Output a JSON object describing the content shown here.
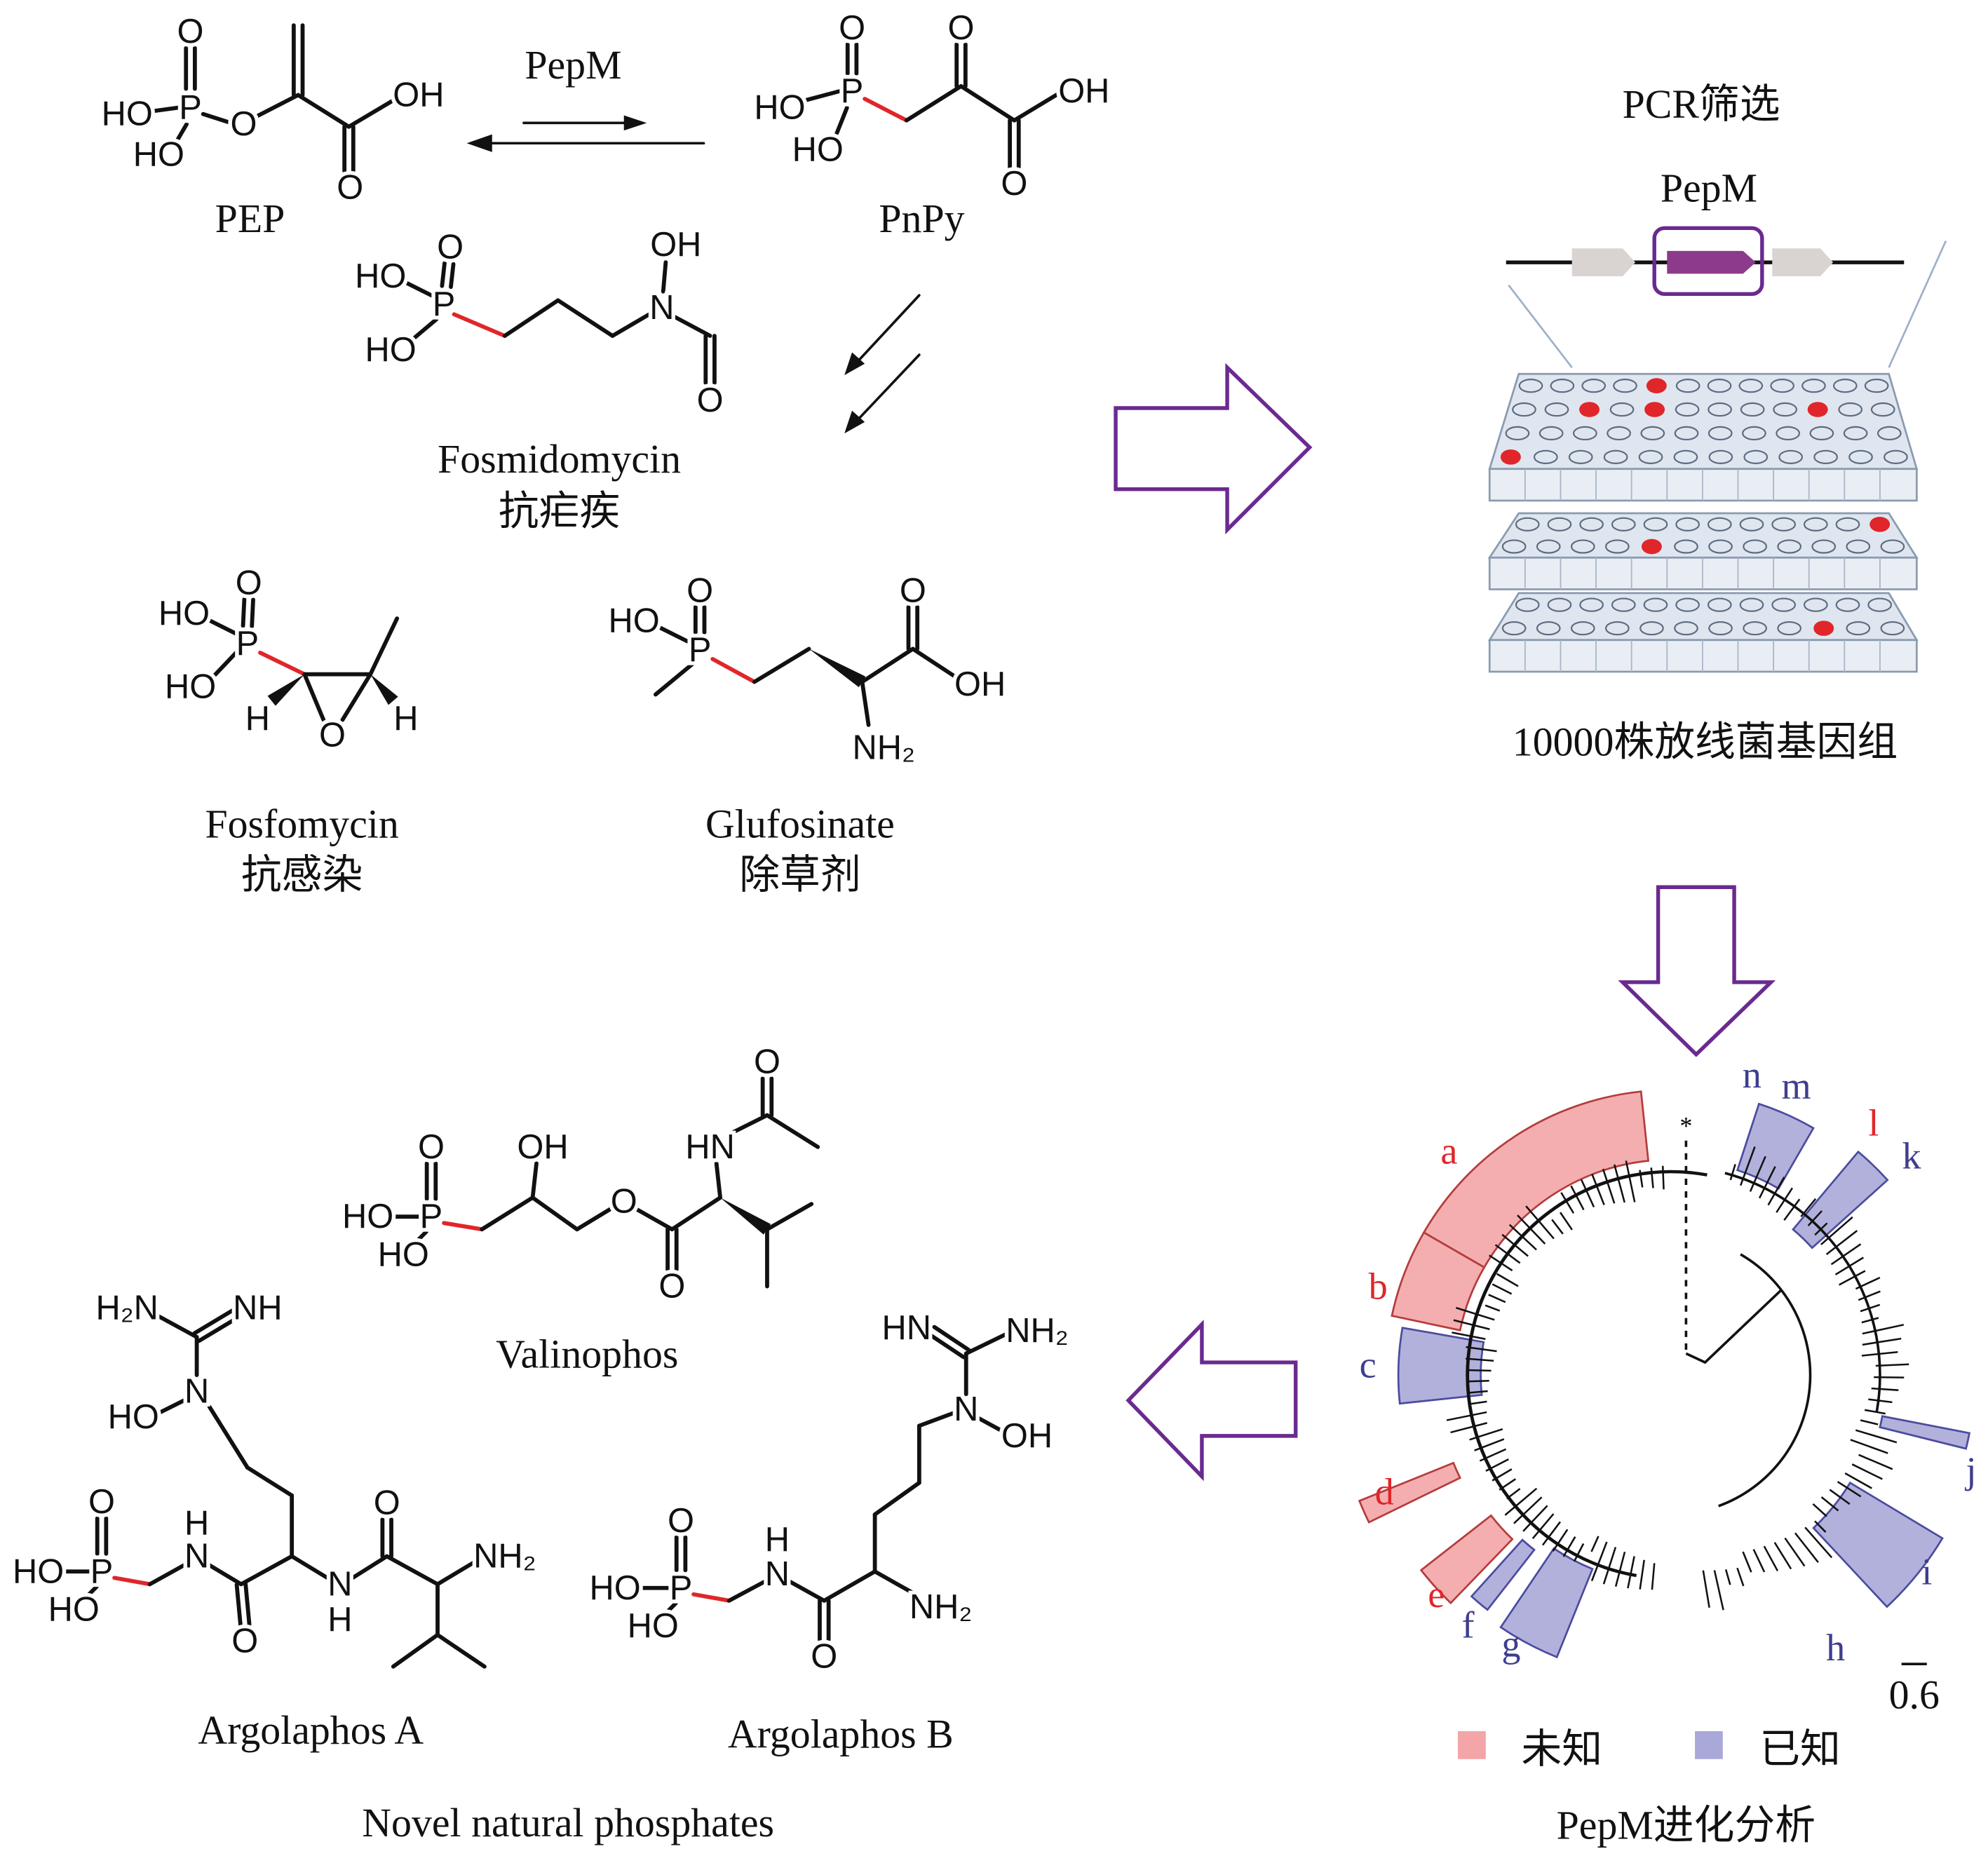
{
  "colors": {
    "unknown": "#f3a5a7",
    "known": "#a9a8d8",
    "unknown_text": "#e0262a",
    "known_text": "#3e3e8f",
    "arrow": "#6a2a8f",
    "highlight_bond": "#e0262a",
    "gene_pepm": "#8e3a8c"
  },
  "reaction": {
    "enzyme": "PepM"
  },
  "molecules": [
    {
      "name": "PEP",
      "atoms": [
        "O",
        "P",
        "HO",
        "HO",
        "O",
        "OH",
        "O"
      ]
    },
    {
      "name": "PnPy",
      "atoms": [
        "O",
        "P",
        "HO",
        "HO",
        "O",
        "OH",
        "O"
      ]
    },
    {
      "name": "Fosmidomycin",
      "note": "抗疟疾",
      "atoms": [
        "O",
        "P",
        "HO",
        "HO",
        "N",
        "OH",
        "O"
      ]
    },
    {
      "name": "Fosfomycin",
      "note": "抗感染",
      "atoms": [
        "O",
        "P",
        "HO",
        "HO",
        "H",
        "O",
        "H"
      ]
    },
    {
      "name": "Glufosinate",
      "note": "除草剂",
      "atoms": [
        "O",
        "P",
        "HO",
        "NH₂",
        "O",
        "OH"
      ]
    },
    {
      "name": "Valinophos",
      "atoms": [
        "O",
        "P",
        "HO",
        "HO",
        "OH",
        "O",
        "O",
        "HN",
        "O"
      ]
    },
    {
      "name": "Argolaphos A",
      "atoms": [
        "O",
        "P",
        "HO",
        "HO",
        "N",
        "H",
        "O",
        "N",
        "H",
        "O",
        "NH₂",
        "N",
        "HO",
        "H₂N",
        "NH"
      ]
    },
    {
      "name": "Argolaphos B",
      "atoms": [
        "O",
        "P",
        "HO",
        "HO",
        "N",
        "H",
        "O",
        "NH₂",
        "N",
        "OH",
        "HN",
        "NH₂"
      ]
    }
  ],
  "screening": {
    "title": "PCR筛选",
    "gene_label": "PepM",
    "caption": "10000株放线菌基因组"
  },
  "tree": {
    "caption": "PepM进化分析",
    "scale_bar": "0.6",
    "legend": [
      {
        "label": "未知",
        "status": "unknown"
      },
      {
        "label": "已知",
        "status": "known"
      }
    ],
    "clades": [
      {
        "id": "a",
        "status": "unknown"
      },
      {
        "id": "b",
        "status": "unknown"
      },
      {
        "id": "c",
        "status": "known"
      },
      {
        "id": "d",
        "status": "unknown"
      },
      {
        "id": "e",
        "status": "unknown"
      },
      {
        "id": "f",
        "status": "known"
      },
      {
        "id": "g",
        "status": "known"
      },
      {
        "id": "h",
        "status": "known"
      },
      {
        "id": "i",
        "status": "known"
      },
      {
        "id": "j",
        "status": "known"
      },
      {
        "id": "k",
        "status": "known"
      },
      {
        "id": "l",
        "status": "unknown"
      },
      {
        "id": "m",
        "status": "known"
      },
      {
        "id": "n",
        "status": "known"
      }
    ]
  },
  "footer": {
    "caption": "Novel natural phosphates"
  }
}
